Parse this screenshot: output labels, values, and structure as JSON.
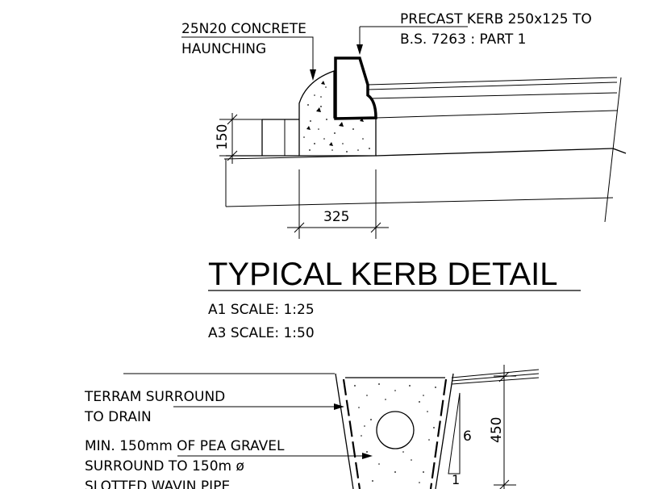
{
  "kerb": {
    "haunching_line1": "25N20 CONCRETE",
    "haunching_line2": "HAUNCHING",
    "kerb_line1": "PRECAST KERB 250x125 TO",
    "kerb_line2": "B.S. 7263 : PART 1",
    "dim_height": "150",
    "dim_width": "325"
  },
  "title": {
    "text": "TYPICAL KERB DETAIL",
    "scale_a1": "A1 SCALE: 1:25",
    "scale_a3": "A3 SCALE: 1:50"
  },
  "drain": {
    "terram_line1": "TERRAM SURROUND",
    "terram_line2": "TO DRAIN",
    "gravel_line1": "MIN. 150mm OF PEA GRAVEL",
    "gravel_line2": "SURROUND TO 150m ø",
    "gravel_line3": "SLOTTED WAVIN PIPE",
    "slope_rise": "6",
    "slope_run": "1",
    "dim_depth": "450"
  }
}
